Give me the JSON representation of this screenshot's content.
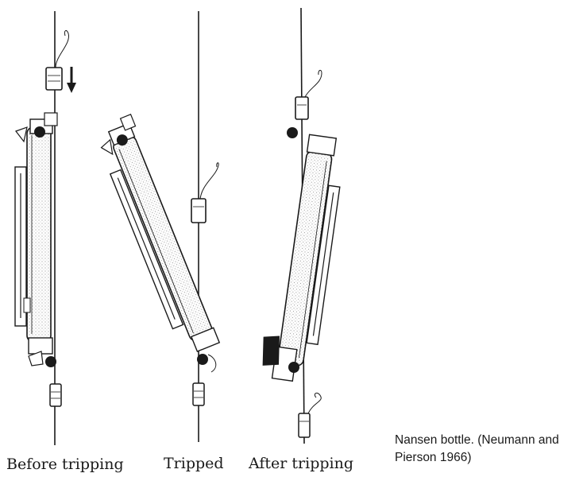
{
  "labels": {
    "before": "Before tripping",
    "tripped": "Tripped",
    "after": "After tripping"
  },
  "caption": {
    "line1": "Nansen bottle. (Neumann and",
    "line2": "Pierson 1966)"
  },
  "colors": {
    "ink": "#1a1a1a",
    "shade": "#d9d9d9",
    "background": "#ffffff"
  }
}
